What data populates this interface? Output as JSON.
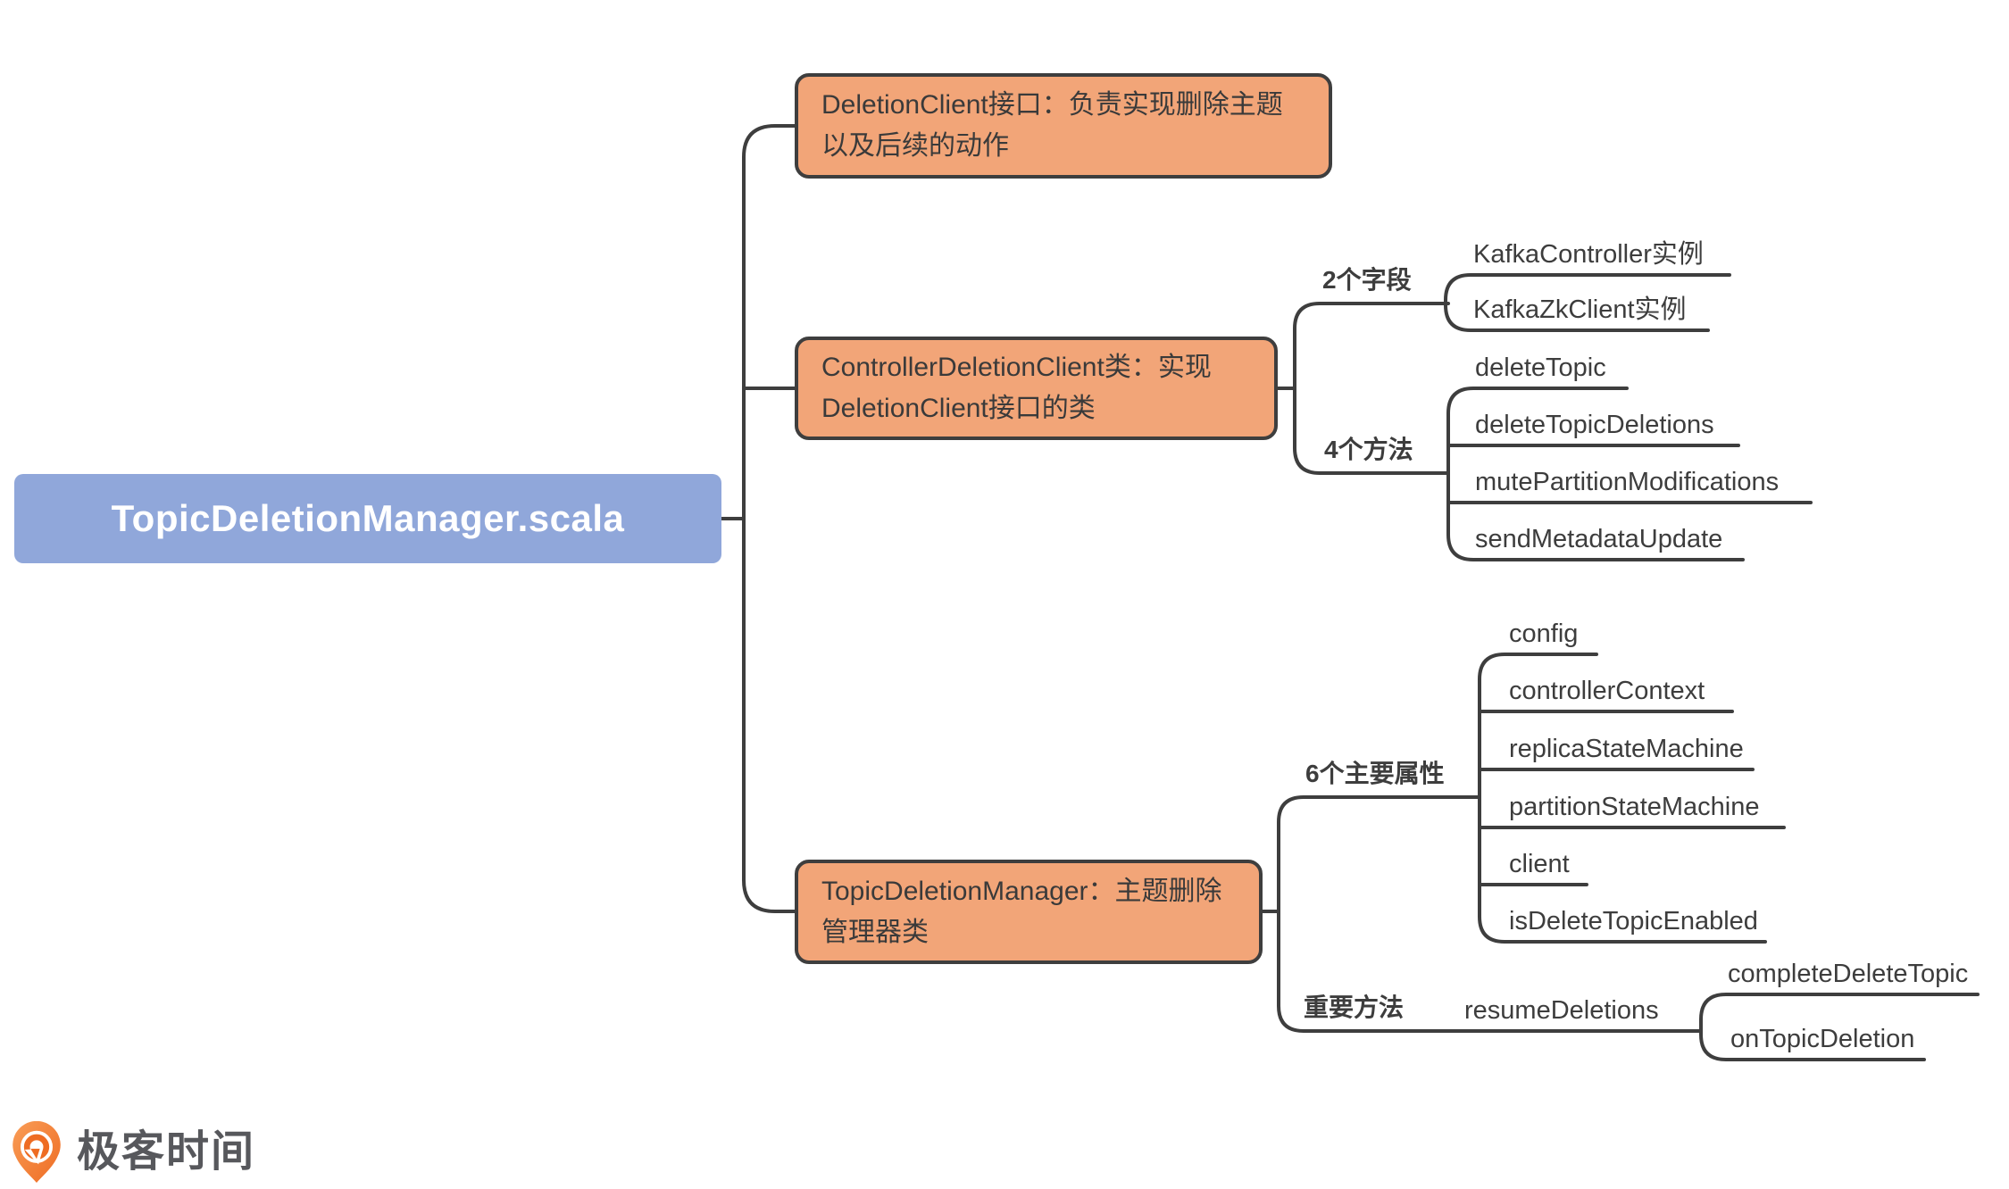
{
  "root": {
    "label": "TopicDeletionManager.scala"
  },
  "branches": [
    {
      "label": "DeletionClient接口：负责实现删除主题以及后续的动作"
    },
    {
      "label": "ControllerDeletionClient类：实现DeletionClient接口的类",
      "groups": [
        {
          "label": "2个字段",
          "children": [
            "KafkaController实例",
            "KafkaZkClient实例"
          ]
        },
        {
          "label": "4个方法",
          "children": [
            "deleteTopic",
            "deleteTopicDeletions",
            "mutePartitionModifications",
            "sendMetadataUpdate"
          ]
        }
      ]
    },
    {
      "label": "TopicDeletionManager：主题删除管理器类",
      "groups": [
        {
          "label": "6个主要属性",
          "children": [
            "config",
            "controllerContext",
            "replicaStateMachine",
            "partitionStateMachine",
            "client",
            "isDeleteTopicEnabled"
          ]
        },
        {
          "label": "重要方法",
          "children": [
            {
              "label": "resumeDeletions",
              "children": [
                "completeDeleteTopic",
                "onTopicDeletion"
              ]
            }
          ]
        }
      ]
    }
  ],
  "logo": {
    "brand": "极客时间",
    "icon": "geektime-pin-icon"
  },
  "colors": {
    "root_fill": "#90A7DA",
    "root_text": "#FFFFFF",
    "branch_fill": "#F2A578",
    "branch_border": "#3E3E3E",
    "connector_line": "#3E3E3E",
    "node_text": "#3D3D3D",
    "logo_orange": "#EE6C23",
    "logo_text": "#57585C"
  }
}
